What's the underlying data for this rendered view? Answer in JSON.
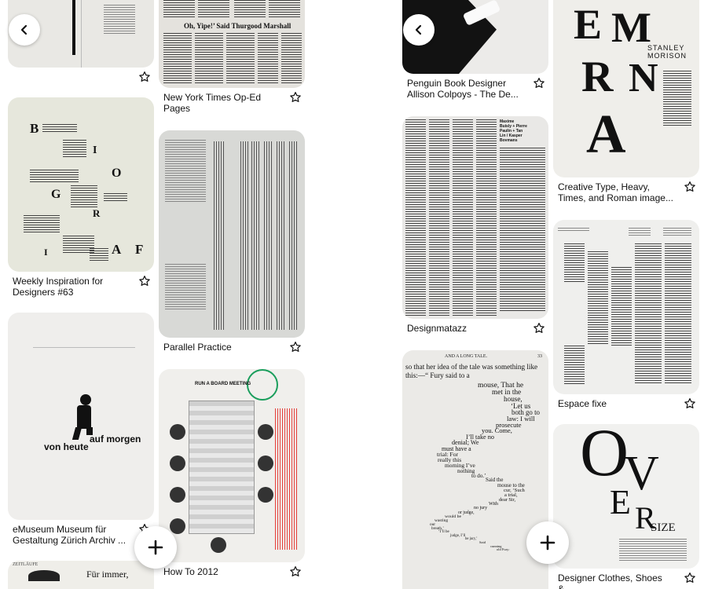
{
  "left_screen": {
    "col1": [
      {
        "title": ""
      },
      {
        "title": "Weekly Inspiration for Designers #63"
      },
      {
        "title": "eMuseum Museum für Gestaltung Zürich Archiv ..."
      },
      {
        "title": ""
      }
    ],
    "col2": [
      {
        "title": "New York Times Op-Ed Pages"
      },
      {
        "title": "Parallel Practice"
      },
      {
        "title": "How To 2012"
      }
    ],
    "image_text": {
      "nyt_headline": "Oh, Yipe!’ Said Thurgood Marshall",
      "poster_letters": [
        "B",
        "I",
        "O",
        "G",
        "R",
        "A",
        "F",
        "I"
      ],
      "von_heute": "von heute",
      "auf_morgen": "auf morgen",
      "meeting_title": "RUN A BOARD MEETING",
      "zeitlaufe": "ZEITLÄUFE",
      "fur_immer": "Für immer,"
    }
  },
  "right_screen": {
    "col1": [
      {
        "title": "Penguin Book Designer Allison Colpoys - The De..."
      },
      {
        "title": "Designmatazz"
      },
      {
        "title": ""
      }
    ],
    "col2": [
      {
        "title": "Creative Type, Heavy, Times, and Roman image..."
      },
      {
        "title": "Espace fixe"
      },
      {
        "title": "Designer Clothes, Shoes &..."
      }
    ],
    "image_text": {
      "stanley": "STANLEY",
      "morison": "MORISON",
      "tale_header": "AND A LONG TALE.",
      "tale_page": "33",
      "tale_line": "so that her idea of the tale was something like this:—“ Fury said to a",
      "tale_tail": [
        "mouse, That he",
        "met in the",
        "house,",
        "‘Let us",
        "both go to",
        "law: I will",
        "prosecute",
        "you.  Come,",
        "I’ll take no",
        "denial; We",
        "must have a",
        "trial: For",
        "really this",
        "morning I’ve",
        "nothing",
        "to do.’",
        "Said the",
        "mouse to the",
        "cur, ‘Such",
        "a trial,",
        "dear Sir,",
        "With",
        "no jury",
        "or judge,",
        "would be",
        "wasting",
        "our",
        "breath.’",
        "‘I’ll be",
        "judge, I’ll",
        "be jury,’",
        "Said",
        "cunning",
        "old Fury:"
      ],
      "oversize": [
        "O",
        "V",
        "E",
        "R"
      ],
      "size": "SIZE",
      "bio_heading": [
        "Maxime",
        "Buisly + Pierre",
        "Paulin + Tan",
        "Lin / Kasper",
        "Bovmans"
      ]
    }
  },
  "colors": {
    "accent": "#e5413b",
    "pin_green": "#1a9e5c",
    "chip_gray": "#d9d9d6"
  }
}
